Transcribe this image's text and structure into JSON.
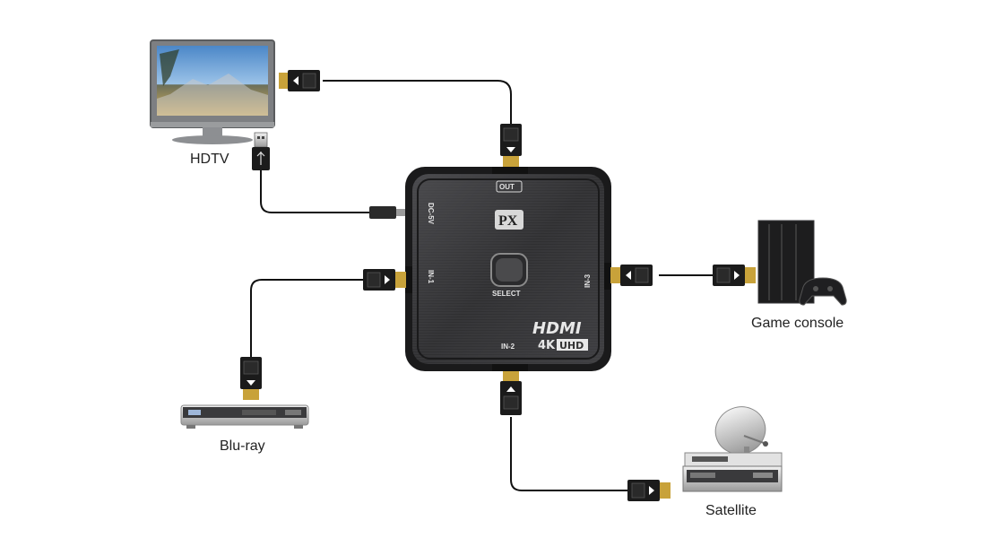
{
  "devices": {
    "hdtv": {
      "label": "HDTV"
    },
    "bluray": {
      "label": "Blu-ray"
    },
    "game_console": {
      "label": "Game console"
    },
    "satellite": {
      "label": "Satellite"
    }
  },
  "switch": {
    "brand": "PX",
    "out_label": "OUT",
    "power_label": "DC-5V",
    "in1_label": "IN-1",
    "in2_label": "IN-2",
    "in3_label": "IN-3",
    "select_label": "SELECT",
    "hdmi_text": "HDMI",
    "uhd_4k": "4K",
    "uhd_text": "UHD"
  },
  "colors": {
    "cable": "#111111",
    "connector_gold": "#c8a23a",
    "switch_body": "#3a3a3c"
  }
}
